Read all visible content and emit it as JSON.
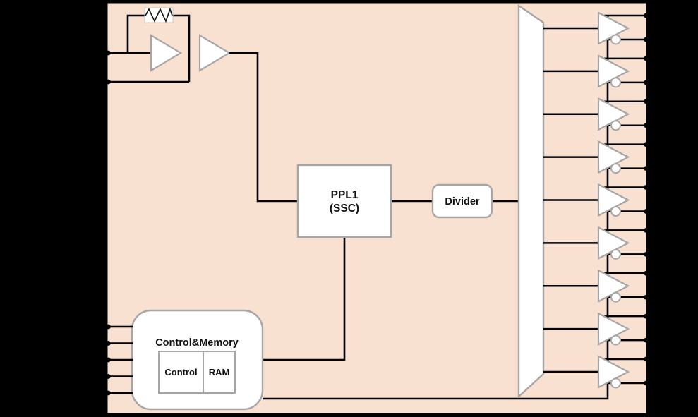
{
  "diagram": {
    "type": "clock-generator-block-diagram",
    "colors": {
      "canvas": "#000000",
      "chip_fill": "#f9e1d2",
      "chip_border": "#000000",
      "component_fill": "#ffffff",
      "component_border": "#a6a6a6",
      "wire": "#000000"
    },
    "labels": {
      "pll_line1": "PPL1",
      "pll_line2": "(SSC)",
      "divider": "Divider",
      "control_memory": "Control&Memory",
      "control": "Control",
      "ram": "RAM"
    },
    "icons": {
      "resistor": "zigzag-resistor",
      "amplifier": "triangle-buffer",
      "inverted_output": "bubble",
      "fanout": "trapezoid-mux"
    },
    "oscillator": {
      "crystal_pins": 2,
      "amplifiers": 2,
      "has_feedback_resistor": true
    },
    "control_input_pins": 5,
    "output_buffers": {
      "count": 9,
      "outputs_per_buffer": 2,
      "inverted_output": true
    }
  }
}
